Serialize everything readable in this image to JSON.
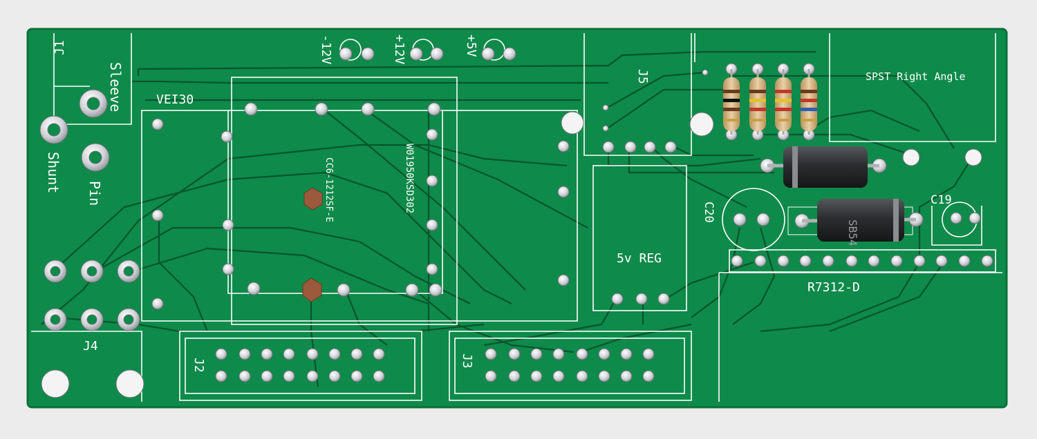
{
  "board": {
    "labels": {
      "j1": "J1",
      "sleeve": "Sleeve",
      "shunt": "Shunt",
      "pin": "Pin",
      "vei30": "VEI30",
      "minus12": "-12V",
      "plus12": "+12V",
      "plus5": "+5V",
      "j5": "J5",
      "spst": "SPST Right Angle",
      "cc6": "CC6-1212SF-E",
      "w0195": "W01950KSD302",
      "c20": "C20",
      "c19": "C19",
      "reg": "5v REG",
      "r7312": "R7312-D",
      "j4": "J4",
      "j2": "J2",
      "j3": "J3",
      "diode_mark": "SB54"
    },
    "colors": {
      "pcb": "#0e8a4a",
      "pcb_edge": "#0a7038",
      "trace": "#07552c",
      "silkscreen": "#ffffff",
      "pad": "#c9ccd0",
      "background": "#ececec",
      "diode_body": "#2b2d2f",
      "resistor_body": "#d9b98a"
    }
  }
}
